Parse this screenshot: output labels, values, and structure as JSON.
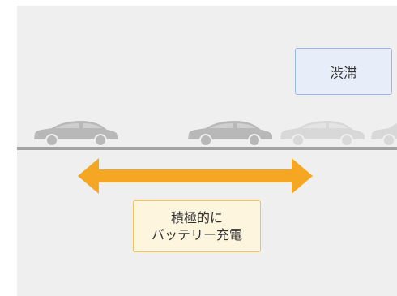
{
  "labels": {
    "congestion": "渋滞",
    "charge_line1": "積極的に",
    "charge_line2": "バッテリー充電"
  },
  "colors": {
    "background": "#efefef",
    "road": "#a3a3a3",
    "car_moving": "#b8b8b8",
    "car_jammed": "#d8d8d8",
    "arrow": "#f5a623",
    "congestion_box_fill": "#e8eef9",
    "congestion_box_border": "#9db7e3",
    "charge_box_fill": "#fef5df",
    "charge_box_border": "#f5c152"
  },
  "cars": [
    {
      "state": "moving"
    },
    {
      "state": "moving"
    },
    {
      "state": "jammed"
    },
    {
      "state": "jammed"
    }
  ],
  "arrow": {
    "direction": "bidirectional"
  }
}
